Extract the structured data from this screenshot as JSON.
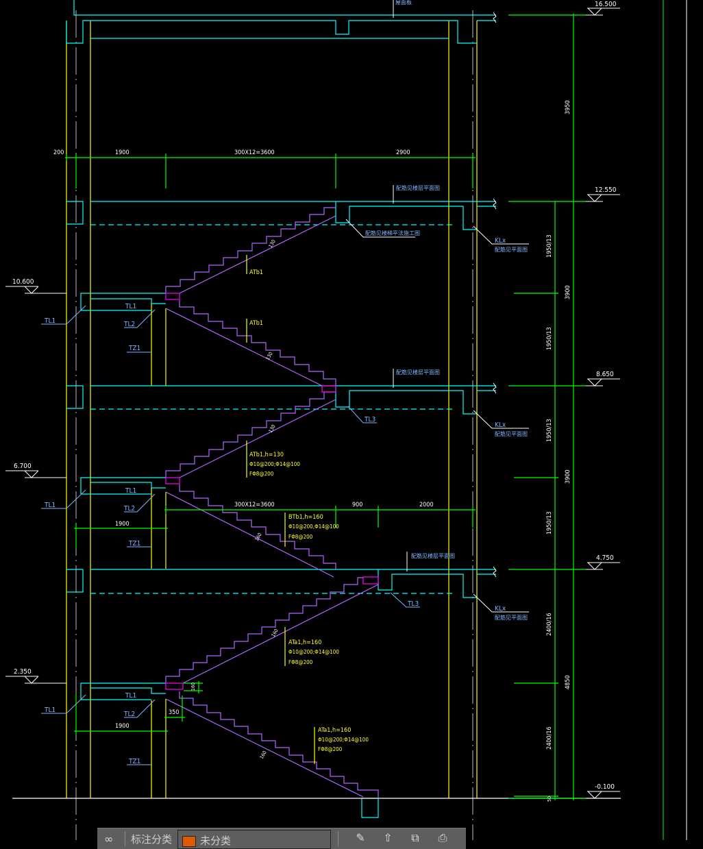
{
  "drawing": {
    "background": "#000000",
    "colors": {
      "wall": "#00ffff",
      "column": "#ffff00",
      "dimension": "#00ff00",
      "stair": "#b266ff",
      "landing_slab": "#ff00ff",
      "label": "#7fb5ff",
      "rebar_note": "#ffff33",
      "text": "#ffffff"
    },
    "elevations": [
      {
        "id": "top",
        "value": "16.500"
      },
      {
        "id": "f4",
        "value": "12.550"
      },
      {
        "id": "l3",
        "value": "10.600"
      },
      {
        "id": "f3",
        "value": "8.650"
      },
      {
        "id": "l2",
        "value": "6.700"
      },
      {
        "id": "f2",
        "value": "4.750"
      },
      {
        "id": "l1",
        "value": "2.350"
      },
      {
        "id": "f1",
        "value": "-0.100"
      }
    ],
    "horizontal_dims_top": [
      "200",
      "1900",
      "300X12=3600",
      "2900"
    ],
    "horizontal_dims_mid": [
      "300X12=3600",
      "900",
      "2000"
    ],
    "landing_width_dims": [
      "1900",
      "1900"
    ],
    "step_offset_dim": "350",
    "vertical_dims": {
      "storey_heights": [
        "3950",
        "3900",
        "3900",
        "4850"
      ],
      "flight_heights": [
        "1950/13",
        "1950/13",
        "1950/13",
        "1950/13",
        "2400/16",
        "2400/16"
      ],
      "base": "50"
    },
    "slab_thickness_marks": [
      "130",
      "130",
      "130",
      "160",
      "160",
      "160",
      "160"
    ],
    "beam_labels": {
      "tl1": "TL1",
      "tl2": "TL2",
      "tl3": "TL3",
      "tz1": "TZ1",
      "klx": "KLx"
    },
    "notes": {
      "roof": "屋面板",
      "floor_plan": "配筋见楼层平面图",
      "floor_plan_ref": "配筋见楼梯平法施工图",
      "beam_plan": "配筋见平面图"
    },
    "stair_labels": {
      "atb1": "ATb1",
      "atb1_h": "ATb1,h=130",
      "atb1_rebar": "Φ10@200;Φ14@100",
      "atb1_dist": "FΦ8@200",
      "btb1_h": "BTb1,h=160",
      "btb1_rebar": "Φ10@200,Φ14@100",
      "btb1_dist": "FΦ8@200",
      "ata1_h": "ATa1,h=160",
      "ata1_rebar": "Φ10@200;Φ14@100",
      "ata1_dist": "FΦ8@200"
    }
  },
  "toolbar": {
    "link_icon": "link-icon",
    "category_label": "标注分类",
    "selected_category": "未分类",
    "selected_color": "#e05a00",
    "tools": [
      "edit-icon",
      "export-icon",
      "copy-icon",
      "print-icon"
    ]
  }
}
